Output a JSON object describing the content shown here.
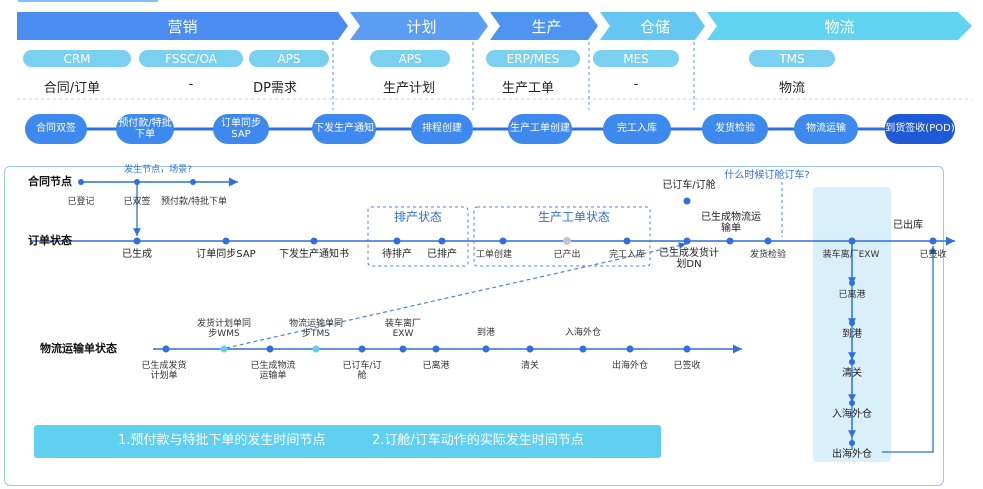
{
  "header": {
    "sections": [
      "营销",
      "计划",
      "生产",
      "仓储",
      "物流"
    ]
  },
  "systems": {
    "pills": [
      "CRM",
      "FSSC/OA",
      "APS",
      "APS",
      "ERP/MES",
      "MES",
      "TMS"
    ],
    "docs": [
      "合同/订单",
      "-",
      "DP需求",
      "生产计划",
      "生产工单",
      "-",
      "物流"
    ]
  },
  "process": {
    "steps": [
      "合同双签",
      "预付款/特批下单",
      "订单同步SAP",
      "下发生产通知",
      "排程创建",
      "生产工单创建",
      "完工入库",
      "发货检验",
      "物流运输",
      "到货签收(POD)"
    ]
  },
  "flow": {
    "contract": {
      "label": "合同节点",
      "question": "发生节点，场景?",
      "nodes": [
        "已登记",
        "已双签",
        "预付款/特批下单"
      ]
    },
    "order": {
      "label": "订单状态",
      "nodes": [
        "已生成",
        "订单同步SAP",
        "下发生产通知书",
        "待排产",
        "已排产",
        "工单创建",
        "已产出",
        "完工入库",
        "已生成发货计划DN",
        "发货检验",
        "装车离厂EXW",
        "已签收"
      ],
      "sched_box": "排产状态",
      "workorder_box": "生产工单状态",
      "above": {
        "booked": "已订车/订舱",
        "logistic_created": "已生成物流运输单",
        "question": "什么时候订舱订车?",
        "outbound": "已出库"
      }
    },
    "logistics": {
      "label": "物流运输单状态",
      "top_labels": [
        "发货计划单同步WMS",
        "物流运输单同步TMS",
        "装车离厂EXW",
        "到港",
        "入海外仓"
      ],
      "bottom_labels": [
        "已生成发货计划单",
        "已生成物流运输单",
        "已订车/订舱",
        "已离港",
        "清关",
        "出海外仓",
        "已签收"
      ]
    },
    "vertical": [
      "已离港",
      "到港",
      "清关",
      "入海外仓",
      "出海外仓"
    ]
  },
  "notes": {
    "note1": "1.预付款与特批下单的发生时间节点",
    "note2": "2.订舱/订车动作的实际发生时间节点"
  },
  "colors": {
    "header_blue": "#4a8cf0",
    "header_cyan": "#5fd3f0",
    "pill": "#79d0ef",
    "process": "#3e89ee",
    "line": "#2f6fe0",
    "note_bg": "#5fd0ef"
  }
}
